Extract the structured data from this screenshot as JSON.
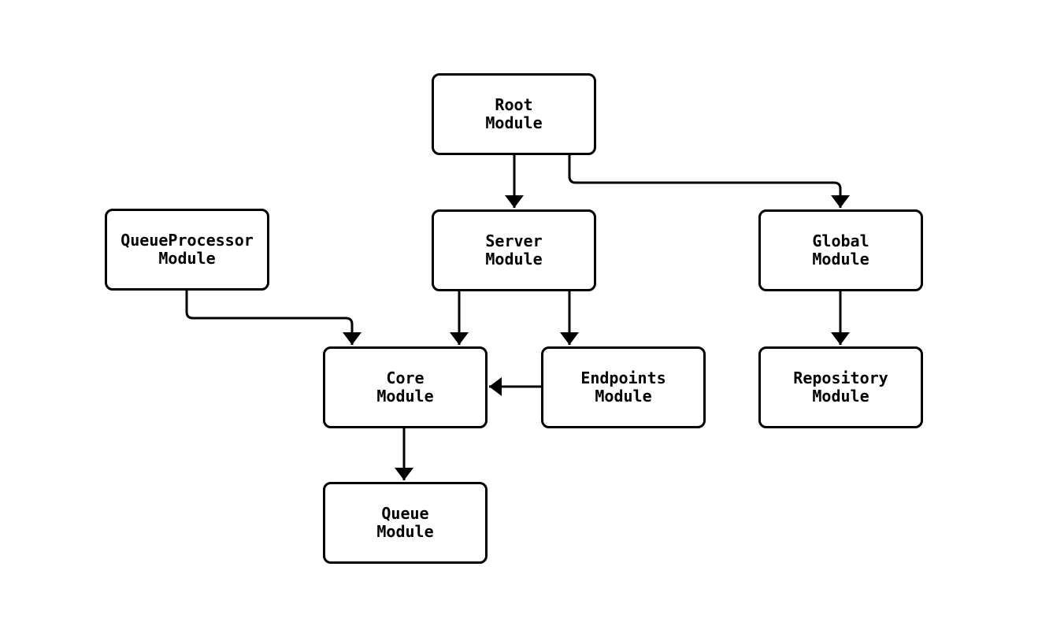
{
  "diagram": {
    "colors": {
      "background": "#ffffff",
      "node_fill": "#ffffff",
      "node_border": "#000000",
      "edge": "#000000",
      "text": "#000000"
    },
    "nodes": [
      {
        "id": "root-module",
        "label": "Root\nModule"
      },
      {
        "id": "queueprocessor-module",
        "label": "QueueProcessor\nModule"
      },
      {
        "id": "server-module",
        "label": "Server\nModule"
      },
      {
        "id": "global-module",
        "label": "Global\nModule"
      },
      {
        "id": "core-module",
        "label": "Core\nModule"
      },
      {
        "id": "endpoints-module",
        "label": "Endpoints\nModule"
      },
      {
        "id": "repository-module",
        "label": "Repository\nModule"
      },
      {
        "id": "queue-module",
        "label": "Queue\nModule"
      }
    ],
    "edges": [
      {
        "from": "Root Module",
        "to": "Server Module"
      },
      {
        "from": "Root Module",
        "to": "Global Module"
      },
      {
        "from": "QueueProcessor Module",
        "to": "Core Module"
      },
      {
        "from": "Server Module",
        "to": "Core Module"
      },
      {
        "from": "Server Module",
        "to": "Endpoints Module"
      },
      {
        "from": "Endpoints Module",
        "to": "Core Module"
      },
      {
        "from": "Global Module",
        "to": "Repository Module"
      },
      {
        "from": "Core Module",
        "to": "Queue Module"
      }
    ]
  }
}
